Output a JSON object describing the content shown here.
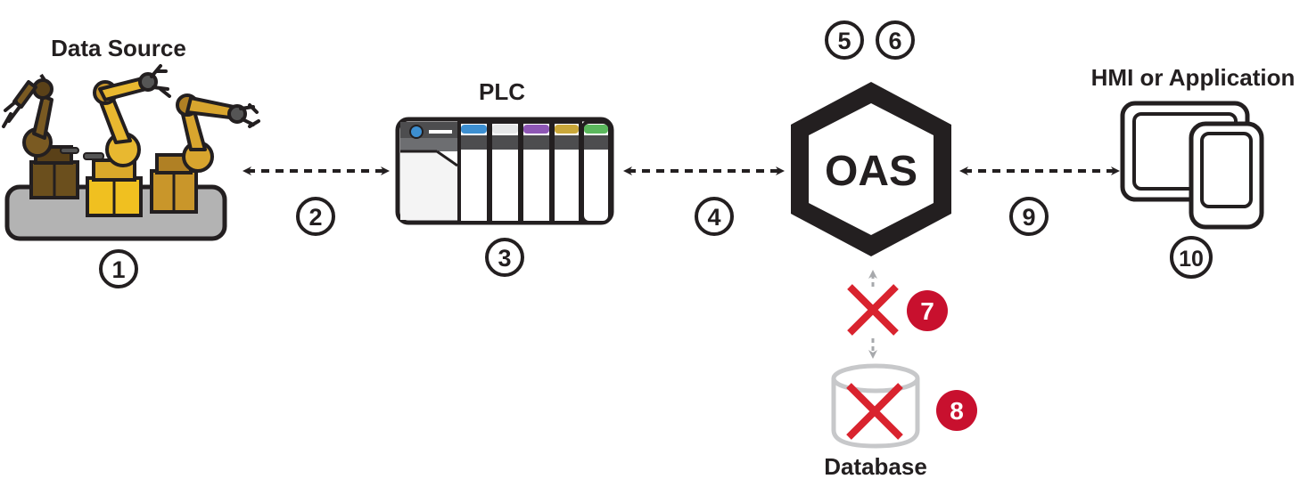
{
  "labels": {
    "data_source": "Data Source",
    "plc": "PLC",
    "hmi": "HMI or Application",
    "database": "Database",
    "oas": "OAS"
  },
  "steps": {
    "s1": "1",
    "s2": "2",
    "s3": "3",
    "s4": "4",
    "s5": "5",
    "s6": "6",
    "s7": "7",
    "s8": "8",
    "s9": "9",
    "s10": "10"
  },
  "colors": {
    "ink": "#231f20",
    "error_red": "#c8102e",
    "cross_red": "#d9232e",
    "connector_gray": "#a7a9ac",
    "robot_gold": "#e8b830",
    "robot_ochre": "#c9962a",
    "robot_brown": "#6b4f1d",
    "base_gray": "#b3b3b3",
    "plc_blue": "#3d8fd1",
    "plc_purple": "#8e57b5",
    "plc_yellow": "#c9a73a",
    "plc_green": "#5bb85d"
  }
}
